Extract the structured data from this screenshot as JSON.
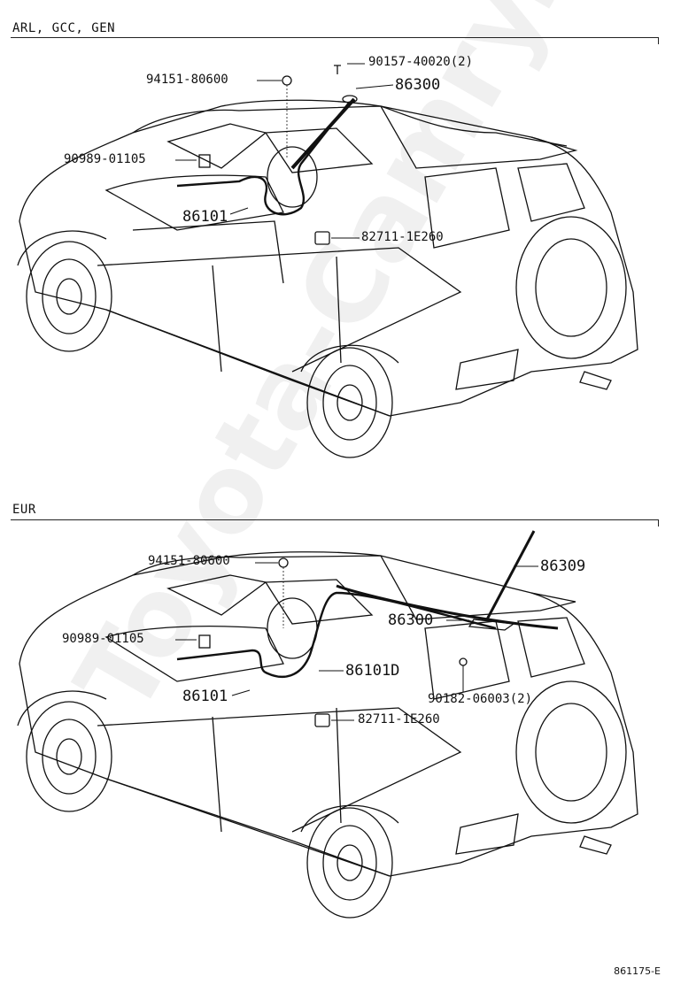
{
  "sections": [
    {
      "title": "ARL, GCC, GEN",
      "parts": [
        {
          "number": "90157-40020(2)"
        },
        {
          "number": "86300"
        },
        {
          "number": "94151-80600"
        },
        {
          "number": "90989-01105"
        },
        {
          "number": "86101"
        },
        {
          "number": "82711-1E260"
        }
      ]
    },
    {
      "title": "EUR",
      "parts": [
        {
          "number": "94151-80600"
        },
        {
          "number": "86309"
        },
        {
          "number": "86300"
        },
        {
          "number": "90989-01105"
        },
        {
          "number": "86101D"
        },
        {
          "number": "86101"
        },
        {
          "number": "90182-06003(2)"
        },
        {
          "number": "82711-1E260"
        }
      ]
    }
  ],
  "footer_code": "861175-E",
  "watermark": "Toyota-Camry.ru"
}
